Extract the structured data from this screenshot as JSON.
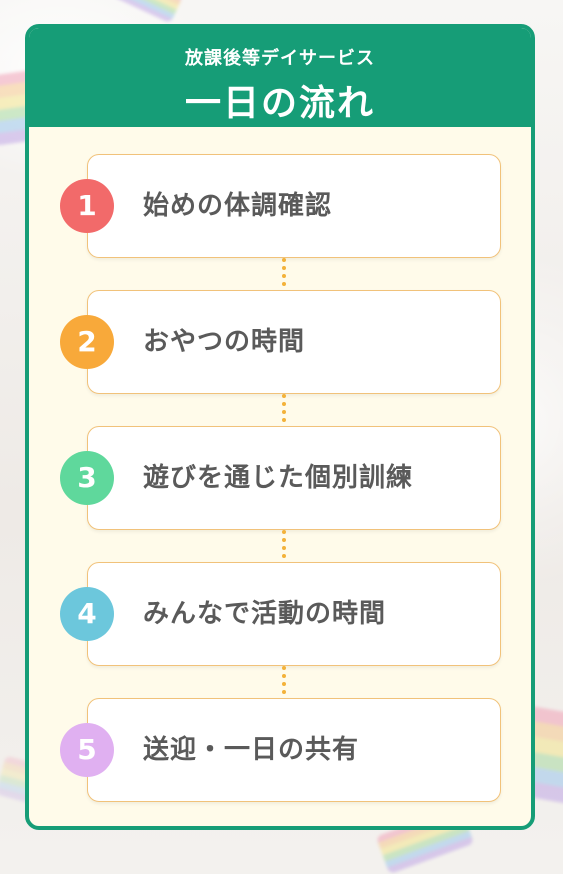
{
  "header": {
    "subtitle": "放課後等デイサービス",
    "title": "一日の流れ"
  },
  "colors": {
    "brand_green": "#169d77",
    "panel_cream": "#fffbea",
    "step_border": "#f1c27a",
    "connector_dots": "#f3b23a"
  },
  "steps": [
    {
      "number": "1",
      "label": "始めの体調確認",
      "color": "#f26a6a"
    },
    {
      "number": "2",
      "label": "おやつの時間",
      "color": "#f8a93a"
    },
    {
      "number": "3",
      "label": "遊びを通じた個別訓練",
      "color": "#5fd89c"
    },
    {
      "number": "4",
      "label": "みんなで活動の時間",
      "color": "#6cc7dc"
    },
    {
      "number": "5",
      "label": "送迎・一日の共有",
      "color": "#e0b0f1"
    }
  ]
}
